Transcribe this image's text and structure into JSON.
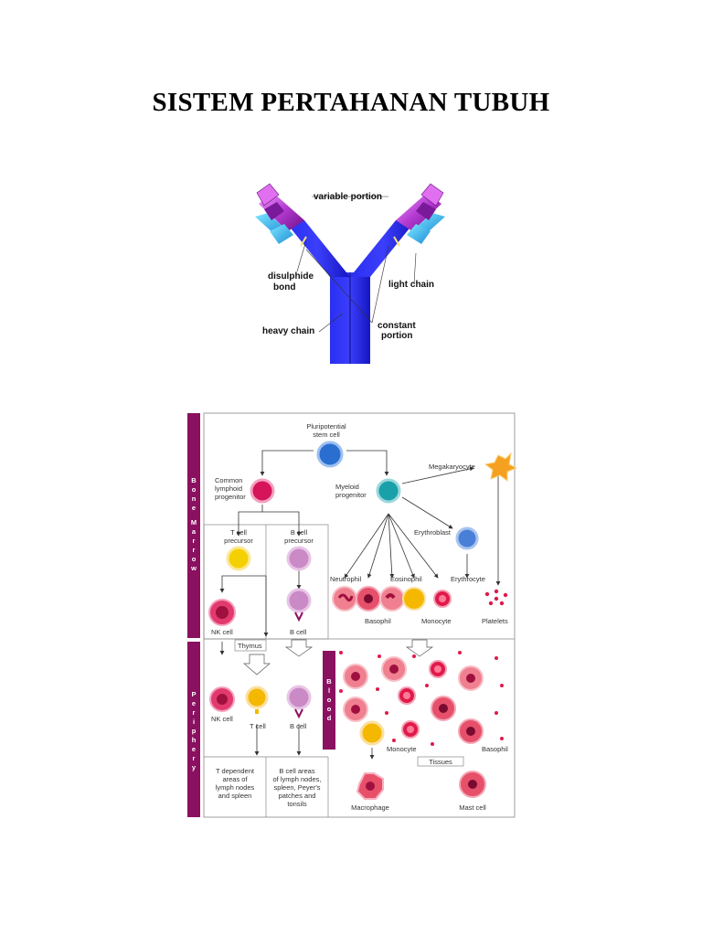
{
  "document": {
    "title": "SISTEM PERTAHANAN TUBUH"
  },
  "antibody": {
    "labels": {
      "variable_portion": "variable portion",
      "disulphide_bond_line1": "disulphide",
      "disulphide_bond_line2": "bond",
      "light_chain": "light chain",
      "heavy_chain": "heavy chain",
      "constant_portion_line1": "constant",
      "constant_portion_line2": "portion"
    },
    "colors": {
      "heavy_chain": "#1f22e0",
      "light_chain_tip": "#c04fd8",
      "variable_region": "#2ab7e8"
    }
  },
  "hematopoiesis": {
    "sections": {
      "bone_marrow": [
        "B",
        "o",
        "n",
        "e",
        "",
        "M",
        "a",
        "r",
        "r",
        "o",
        "w"
      ],
      "periphery": [
        "P",
        "e",
        "r",
        "i",
        "p",
        "h",
        "e",
        "r",
        "y"
      ],
      "blood": [
        "B",
        "l",
        "o",
        "o",
        "d"
      ]
    },
    "cells": {
      "stem_cell_line1": "Pluripotential",
      "stem_cell_line2": "stem cell",
      "common_lymphoid_line1": "Common",
      "common_lymphoid_line2": "lymphoid",
      "common_lymphoid_line3": "progenitor",
      "myeloid_line1": "Myeloid",
      "myeloid_line2": "progenitor",
      "megakaryocyte": "Megakaryocyte",
      "erythroblast": "Erythroblast",
      "t_precursor_line1": "T cell",
      "t_precursor_line2": "precursor",
      "b_precursor_line1": "B cell",
      "b_precursor_line2": "precursor",
      "neutrophil": "Neutrophil",
      "eosinophil": "Eosinophil",
      "erythrocyte": "Erythrocyte",
      "basophil": "Basophil",
      "monocyte": "Monocyte",
      "platelets": "Platelets",
      "nk_cell": "NK cell",
      "b_cell": "B cell",
      "thymus": "Thymus",
      "nk_cell_periphery": "NK cell",
      "t_cell": "T cell",
      "b_cell_periphery": "B cell",
      "monocyte_blood": "Monocyte",
      "basophil_blood": "Basophil",
      "tissues": "Tissues",
      "macrophage": "Macrophage",
      "mast_cell": "Mast cell"
    },
    "areas": {
      "t_dependent": [
        "T dependent",
        "areas of",
        "lymph nodes",
        "and spleen"
      ],
      "b_cell_areas": [
        "B cell areas",
        "of lymph nodes,",
        "spleen, Peyer's",
        "patches and",
        "tonsils"
      ]
    },
    "colors": {
      "sidebar": "#8a1060",
      "lymphoid": "#d5145a",
      "myeloid": "#1aa0a8",
      "stem": "#2a6fd0",
      "t_cell": "#f5b800",
      "b_cell": "#c98ac6"
    }
  }
}
